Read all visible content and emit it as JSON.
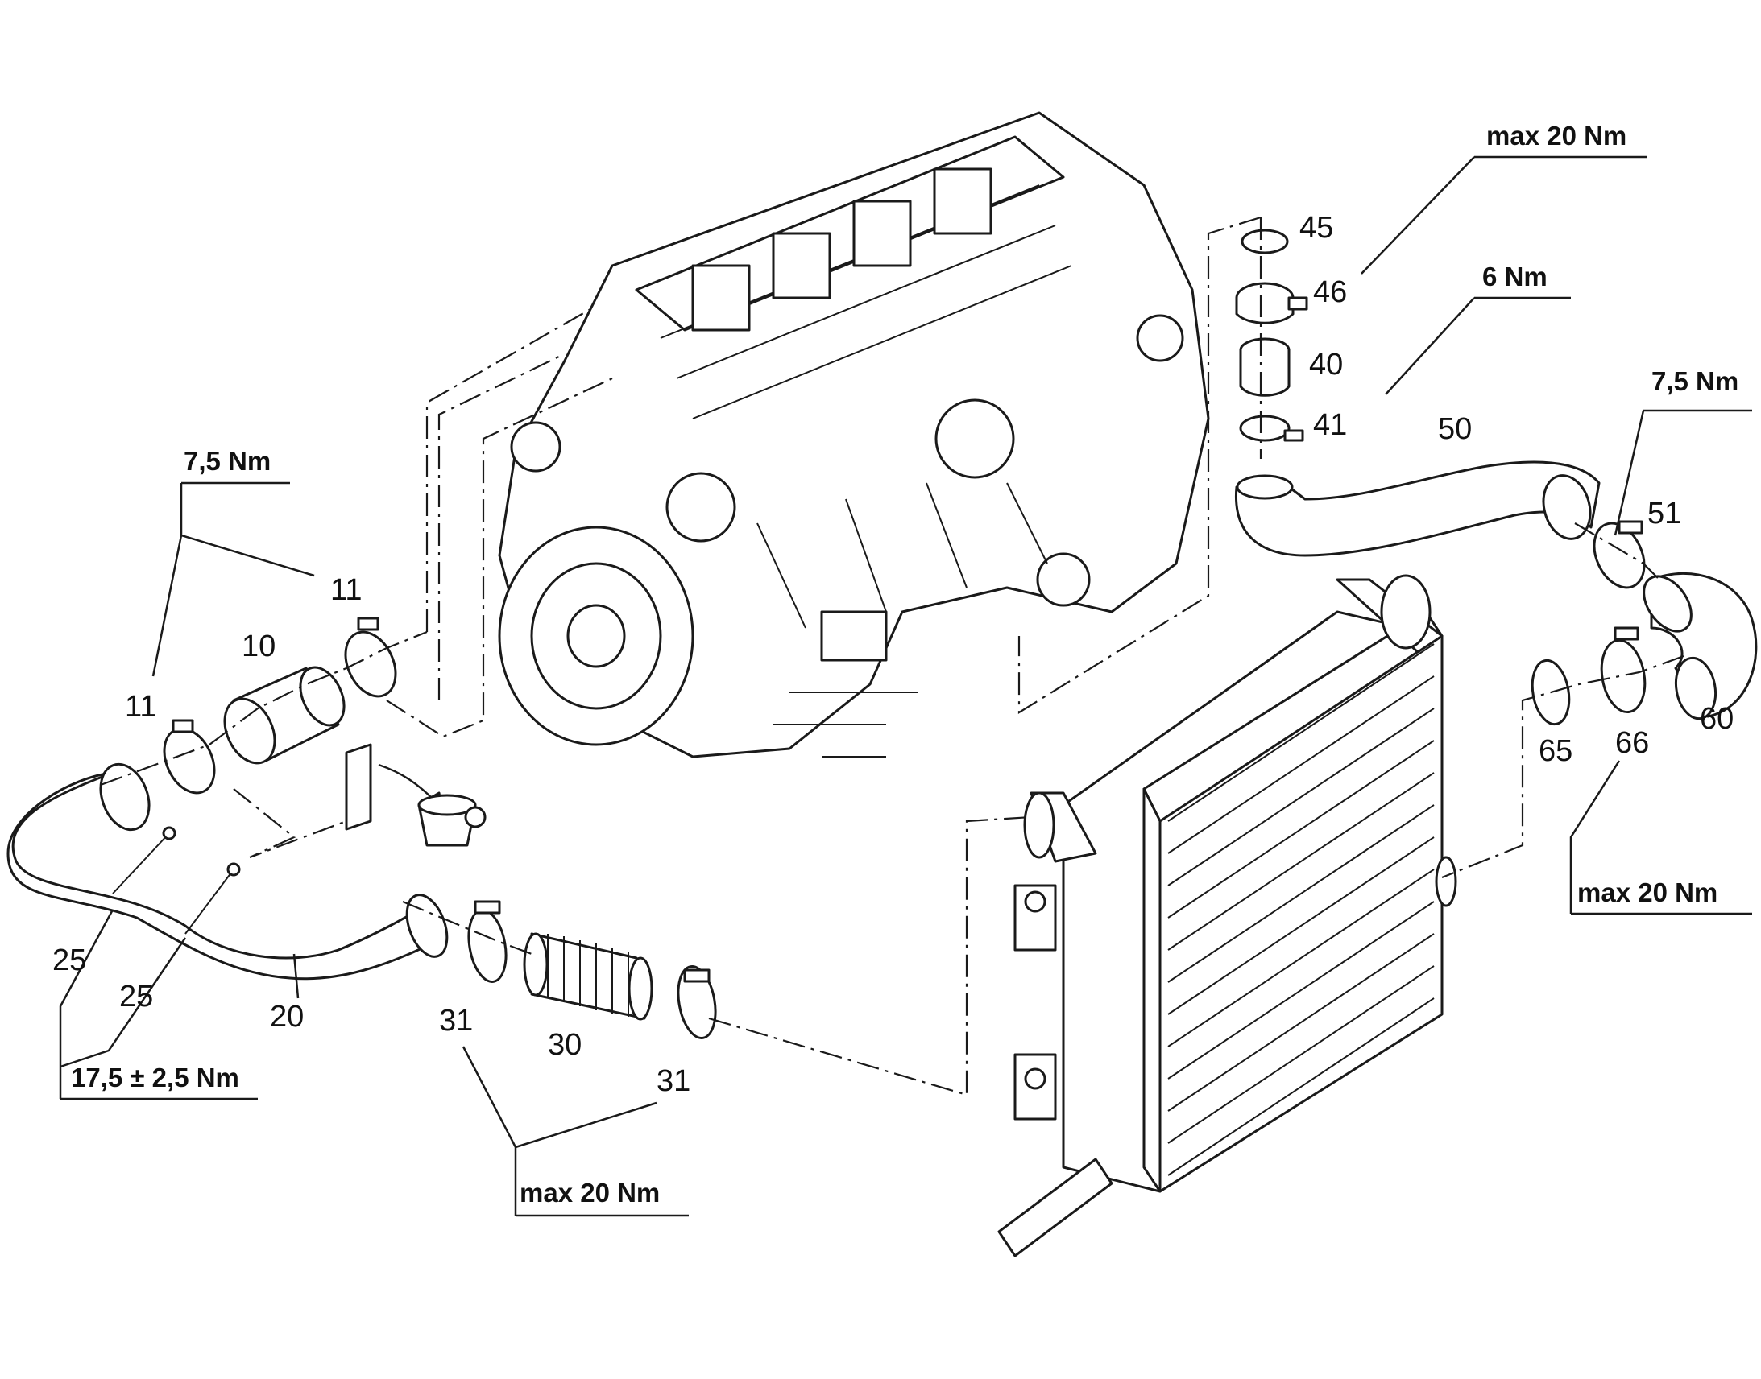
{
  "labels": {
    "p10": "10",
    "p11a": "11",
    "p11b": "11",
    "p20": "20",
    "p25a": "25",
    "p25b": "25",
    "p30": "30",
    "p31a": "31",
    "p31b": "31",
    "p40": "40",
    "p41": "41",
    "p45": "45",
    "p46": "46",
    "p50": "50",
    "p51": "51",
    "p60": "60",
    "p65": "65",
    "p66": "66"
  },
  "torques": {
    "t11": "7,5 Nm",
    "t25": "17,5 ± 2,5 Nm",
    "t31": "max 20 Nm",
    "t46": "max 20 Nm",
    "t41": "6 Nm",
    "t51": "7,5 Nm",
    "t66": "max 20 Nm"
  }
}
